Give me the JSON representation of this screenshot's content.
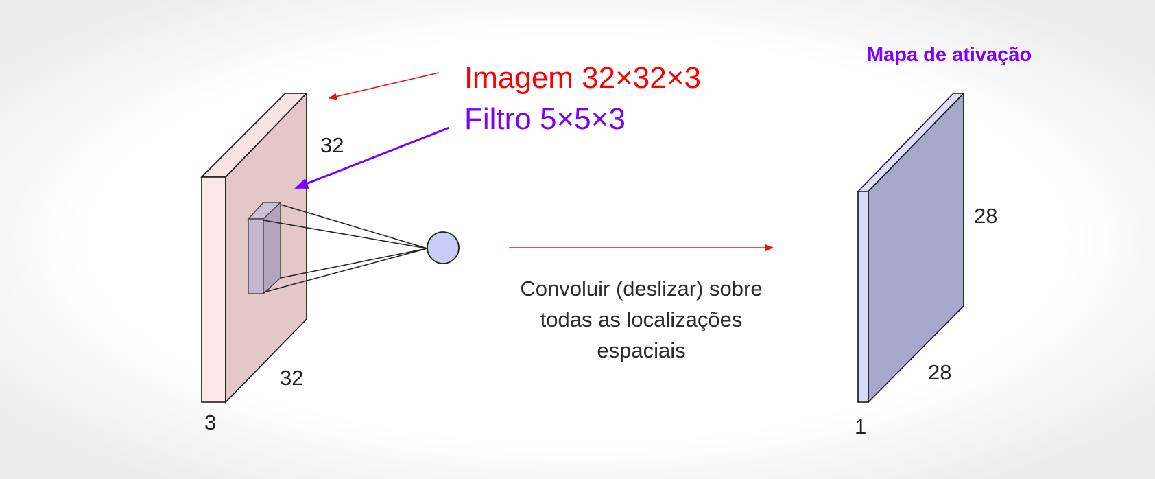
{
  "labels": {
    "image": "Imagem 32×32×3",
    "filter": "Filtro 5×5×3",
    "activation_map": "Mapa de ativação"
  },
  "caption": [
    "Convoluir (deslizar) sobre",
    "todas as localizações",
    "espaciais"
  ],
  "input_volume": {
    "height": "32",
    "width": "32",
    "depth": "3"
  },
  "output_volume": {
    "height": "28",
    "width": "28",
    "depth": "1"
  },
  "colors": {
    "image_label": "#ff0000",
    "filter_label": "#7a00ff",
    "activation_label": "#7f00ff",
    "input_face": "#e4c8c8",
    "input_side": "#fde7e7",
    "filter_face": "#b9a8c0",
    "neuron": "#c9ccf8",
    "output_face": "#a6a8cb",
    "output_side": "#d8dafa",
    "arrow_red": "#e61515",
    "arrow_purple": "#7a00ff"
  }
}
